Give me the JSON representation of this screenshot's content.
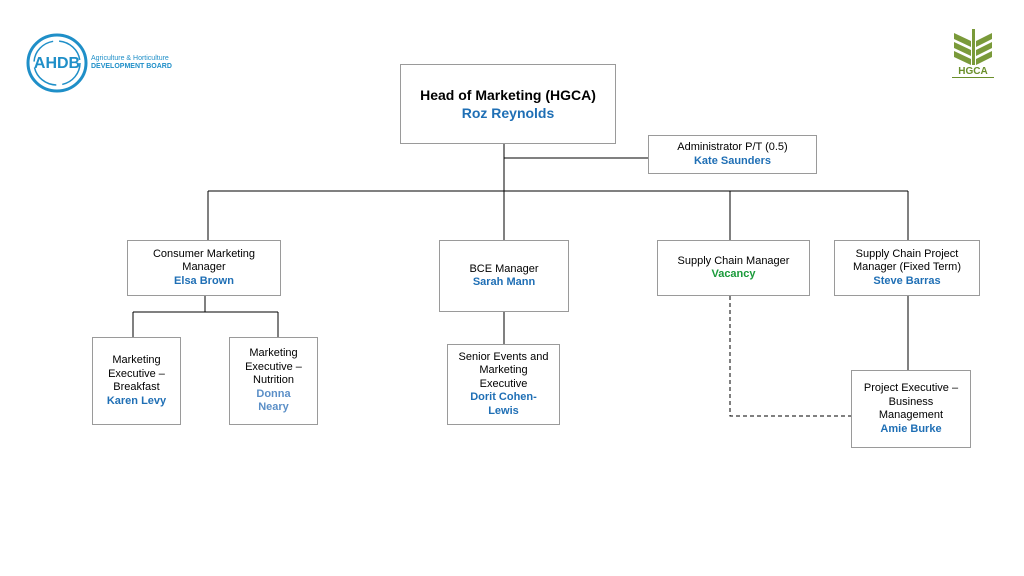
{
  "logos": {
    "ahdb": {
      "mark": "AHDB",
      "line1": "Agriculture & Horticulture",
      "line2": "DEVELOPMENT BOARD"
    },
    "hgca": {
      "mark": "HGCA"
    }
  },
  "head": {
    "role": "Head of Marketing (HGCA)",
    "name": "Roz Reynolds"
  },
  "admin": {
    "role": "Administrator P/T (0.5)",
    "name": "Kate Saunders"
  },
  "consumer": {
    "role": "Consumer Marketing Manager",
    "name": "Elsa Brown"
  },
  "bce": {
    "role": "BCE Manager",
    "name": "Sarah Mann"
  },
  "supply": {
    "role": "Supply Chain Manager",
    "name": "Vacancy"
  },
  "supply_project": {
    "role": "Supply Chain Project Manager (Fixed Term)",
    "name": "Steve Barras"
  },
  "breakfast": {
    "role": "Marketing Executive – Breakfast",
    "name": "Karen Levy"
  },
  "nutrition": {
    "role": "Marketing Executive – Nutrition",
    "name": "Donna Neary"
  },
  "senior_events": {
    "role": "Senior Events and Marketing Executive",
    "name": "Dorit Cohen-Lewis"
  },
  "project_exec": {
    "role": "Project Executive – Business Management",
    "name": "Amie Burke"
  },
  "colors": {
    "name_blue": "#1f6fb5",
    "vacancy_green": "#1a9a3a",
    "ahdb_blue": "#1f8fc8",
    "hgca_green": "#6a8f2a"
  }
}
